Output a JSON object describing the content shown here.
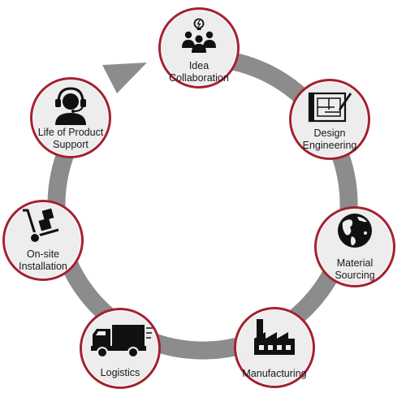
{
  "colors": {
    "ring": "#8c8c8c",
    "node_border": "#a3222f",
    "node_fill": "#ededee",
    "icon": "#111111"
  },
  "stages": [
    {
      "key": "idea",
      "label": "Idea\nCollaboration",
      "icon": "people-idea-icon"
    },
    {
      "key": "design",
      "label": "Design\nEngineering",
      "icon": "blueprint-icon"
    },
    {
      "key": "material",
      "label": "Material\nSourcing",
      "icon": "globe-icon"
    },
    {
      "key": "manufacturing",
      "label": "Manufacturing",
      "icon": "factory-icon"
    },
    {
      "key": "logistics",
      "label": "Logistics",
      "icon": "truck-icon"
    },
    {
      "key": "installation",
      "label": "On-site\nInstallation",
      "icon": "hand-truck-icon"
    },
    {
      "key": "support",
      "label": "Life of Product\nSupport",
      "icon": "headset-icon"
    }
  ]
}
